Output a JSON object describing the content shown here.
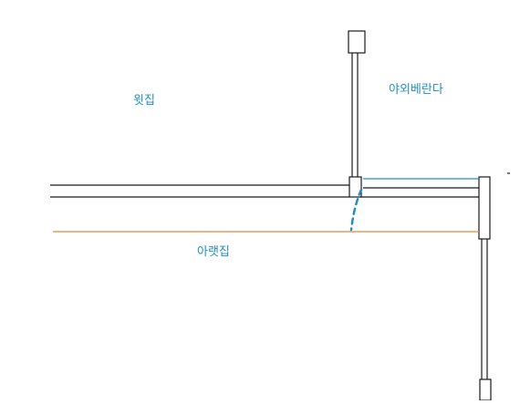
{
  "labels": {
    "upper_house": "윗집",
    "outdoor_balcony": "야외베란다",
    "lower_house": "아랫집"
  },
  "colors": {
    "wall_stroke": "#1a1a1a",
    "label_text": "#1f8fc4",
    "water_path": "#1f8fc4",
    "balcony_edge": "#1f8fc4",
    "boundary_line": "#e08a3a",
    "background": "#ffffff"
  }
}
